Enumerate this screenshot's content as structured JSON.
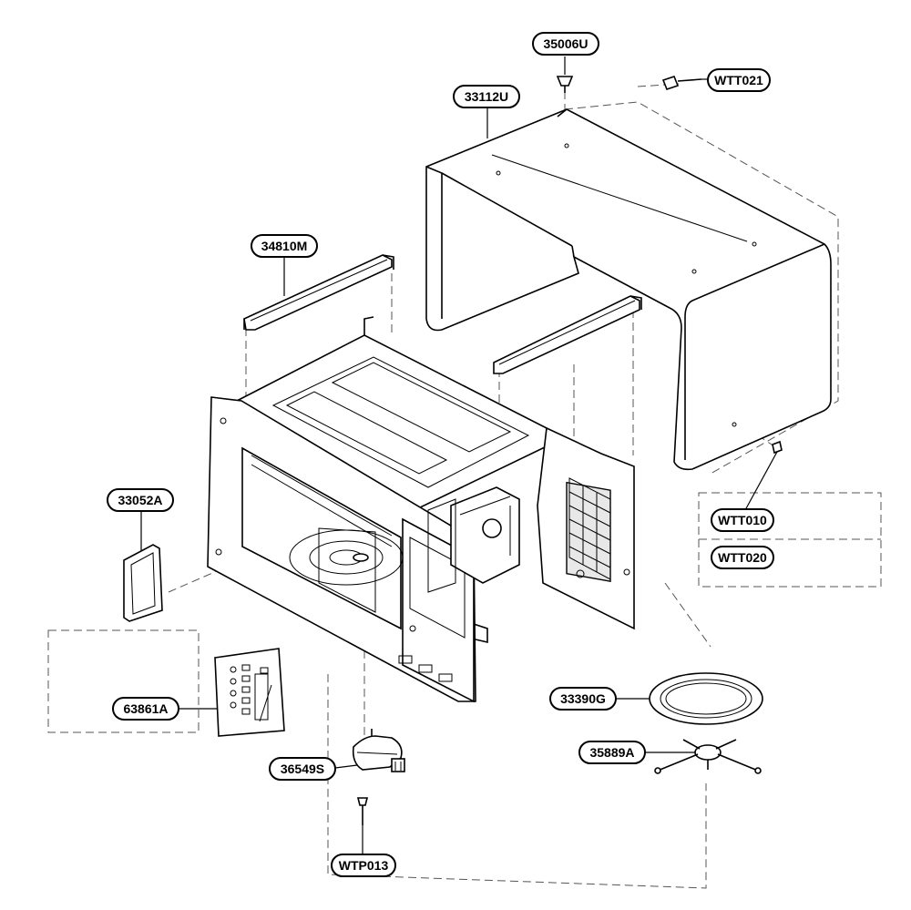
{
  "labels": {
    "cover_screw": "35006U",
    "screw_top": "WTT021",
    "outer_case": "33112U",
    "rail": "34810M",
    "door_latch": "33052A",
    "screw_side_a": "WTT010",
    "screw_side_b": "WTT020",
    "control_sheet": "63861A",
    "glass_tray": "33390G",
    "roller_ring": "35889A",
    "motor": "36549S",
    "motor_screw": "WTP013"
  }
}
